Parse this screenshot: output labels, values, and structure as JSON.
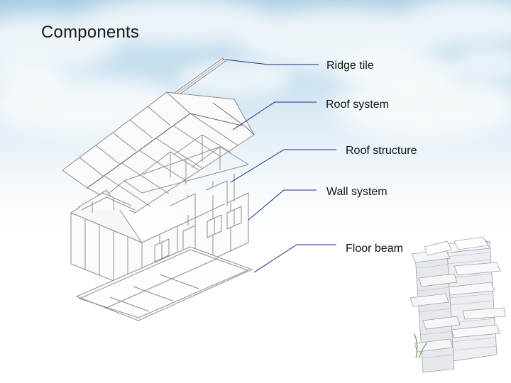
{
  "slide": {
    "title": "Components"
  },
  "labels": {
    "ridge_tile": "Ridge tile",
    "roof_system": "Roof system",
    "roof_structure": "Roof structure",
    "wall_system": "Wall system",
    "floor_beam": "Floor beam"
  },
  "colors": {
    "leader_line": "#1c2a8c",
    "sky_top": "#a9cde3",
    "drawing_stroke": "#8c8c8c"
  },
  "icons": {
    "house": "exploded-house-diagram",
    "papers": "paper-stack-illustration"
  }
}
